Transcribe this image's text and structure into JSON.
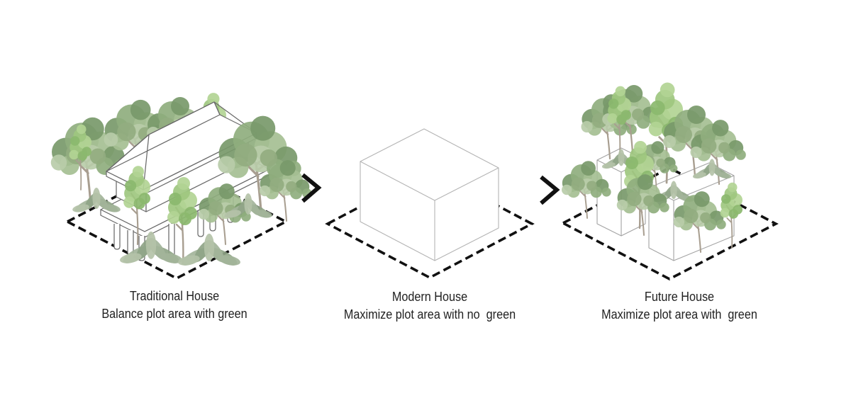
{
  "panels": [
    {
      "id": "traditional",
      "title": "Traditional House",
      "subtitle": "Balance plot area with green"
    },
    {
      "id": "modern",
      "title": "Modern House",
      "subtitle": "Maximize plot area with no  green"
    },
    {
      "id": "future",
      "title": "Future House",
      "subtitle": "Maximize plot area with  green"
    }
  ],
  "arrows": [
    {
      "symbol": ">"
    },
    {
      "symbol": ">"
    }
  ],
  "colors": {
    "background": "#ffffff",
    "text": "#212121",
    "plot_outline": "#111111",
    "house_line": "#6a6a6a",
    "box_line": "#b4b4b4",
    "tower_line": "#a3a3a3",
    "arrow": "#111111",
    "trunk": "#a89e90",
    "foliage_1": "#8fae7e",
    "foliage_2": "#78996a",
    "foliage_3": "#a5bf93",
    "foliage_4": "#b9cca9",
    "foliage_5": "#93ad80",
    "bright_1": "#9ec77f",
    "bright_2": "#b2d494",
    "bright_3": "#8bb96e",
    "shrub_1": "#a3b49a",
    "shrub_2": "#8fa487",
    "shrub_3": "#b4c2a8"
  }
}
